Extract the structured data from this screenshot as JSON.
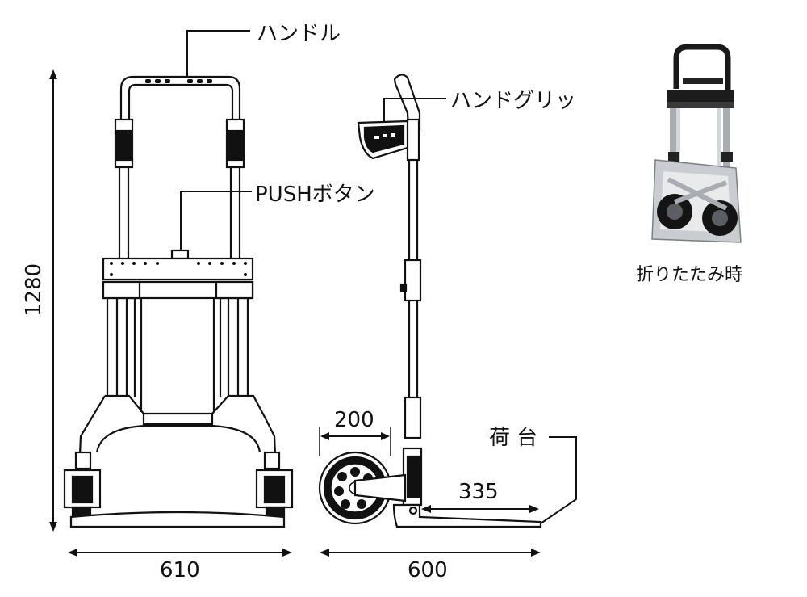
{
  "labels": {
    "handle": "ハンドル",
    "hand_grip": "ハンドグリッ",
    "push_button": "PUSHボタン",
    "cargo_bed": "荷 台",
    "folded": "折りたたみ時"
  },
  "dimensions": {
    "height": "1280",
    "width_front": "610",
    "depth_side": "600",
    "wheel_diameter": "200",
    "bed_depth": "335"
  }
}
